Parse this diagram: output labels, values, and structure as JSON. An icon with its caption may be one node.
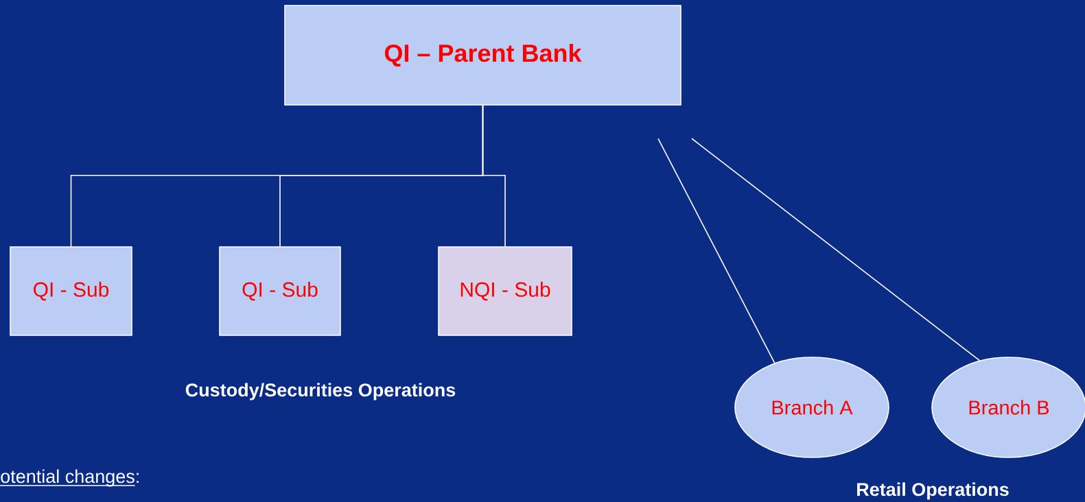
{
  "diagram": {
    "nodes": [
      {
        "text": [
          "QI – Parent Bank"
        ]
      },
      {
        "text": [
          "QI - Sub"
        ]
      },
      {
        "text": [
          "QI - Sub"
        ]
      },
      {
        "text": [
          "NQI - Sub"
        ]
      },
      {
        "text": [
          "Branch A"
        ]
      },
      {
        "text": [
          "Branch B"
        ]
      }
    ],
    "edges": [
      {
        "from": 0,
        "to": 1,
        "arrow": "none"
      },
      {
        "from": 0,
        "to": 2,
        "arrow": "none"
      },
      {
        "from": 0,
        "to": 3,
        "arrow": "none"
      },
      {
        "from": null,
        "to": 4,
        "arrow": "none"
      },
      {
        "from": null,
        "to": 5,
        "arrow": "none"
      }
    ],
    "labels": [
      "Custody/Securities Operations",
      "Retail Operations",
      "otential changes:"
    ]
  }
}
